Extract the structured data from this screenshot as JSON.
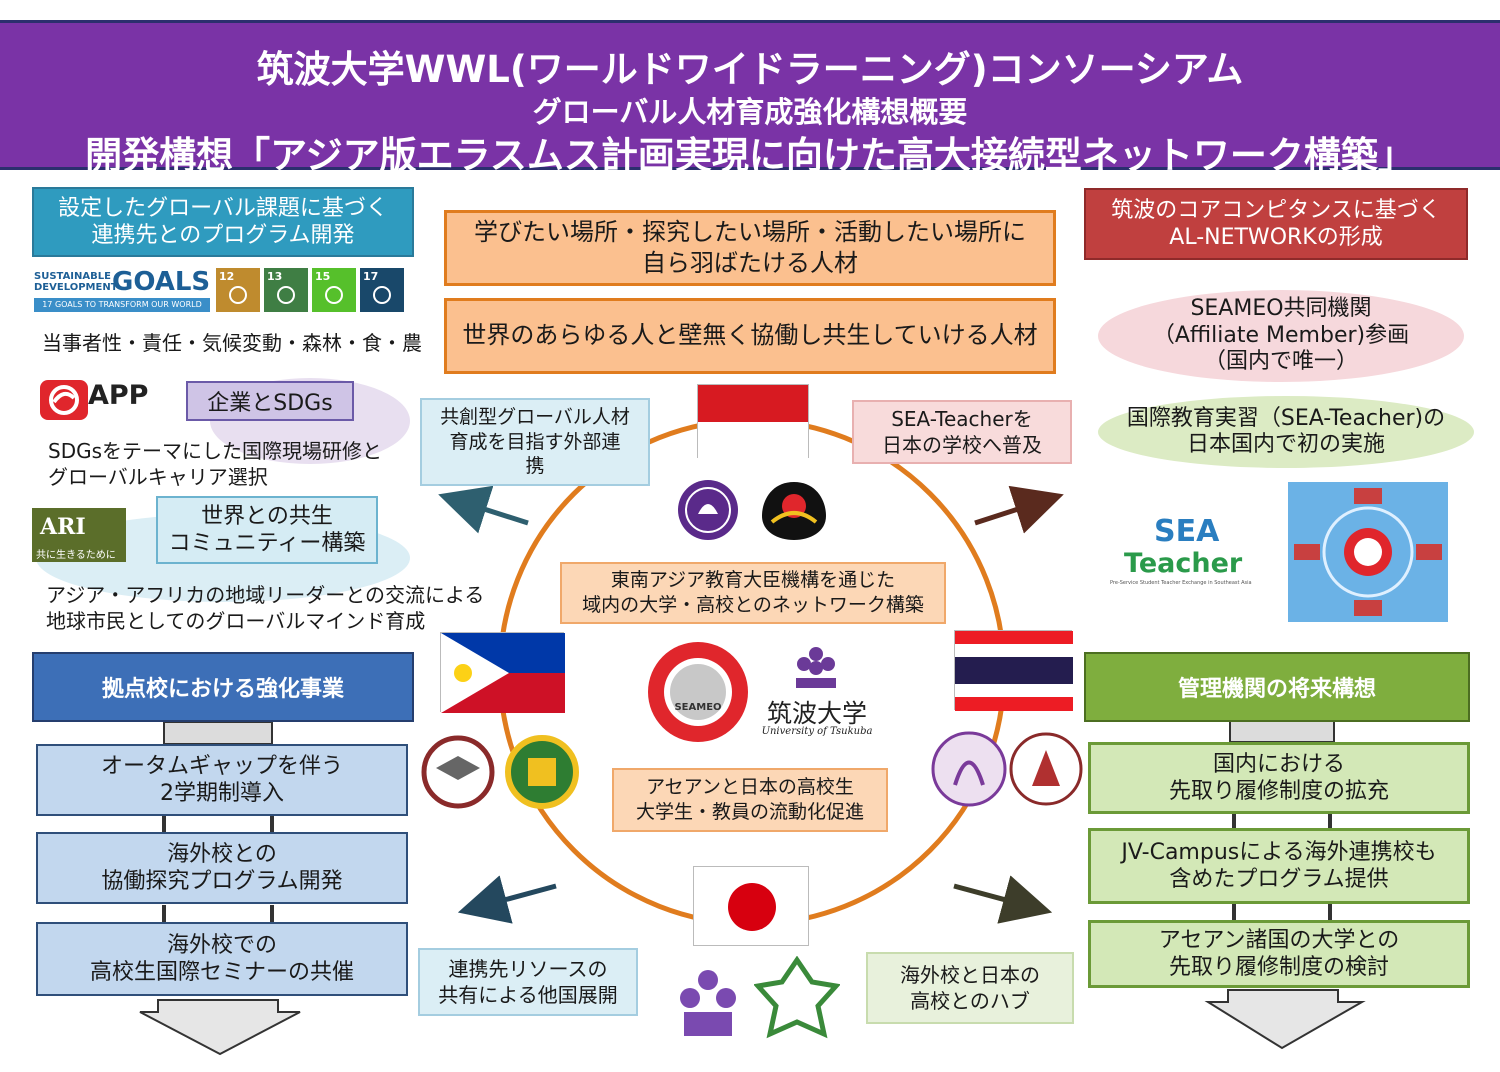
{
  "header": {
    "line1": "筑波大学WWL(ワールドワイドラーニング)コンソーシアム",
    "line2": "グローバル人材育成強化構想概要",
    "line3": "開発構想「アジア版エラスムス計画実現に向けた高大接続型ネットワーク構築」"
  },
  "left": {
    "heading": [
      "設定したグローバル課題に基づく",
      "連携先とのプログラム開発"
    ],
    "sdg_logo": {
      "top": "SUSTAINABLE",
      "top2": "DEVELOPMENT",
      "goals": "GOALS",
      "sub": "17 GOALS TO TRANSFORM OUR WORLD"
    },
    "sdg_icons": [
      {
        "num": "12",
        "color": "#bf8b2e"
      },
      {
        "num": "13",
        "color": "#3f7e44"
      },
      {
        "num": "15",
        "color": "#56c02b"
      },
      {
        "num": "17",
        "color": "#19486a"
      }
    ],
    "topics": "当事者性・責任・気候変動・森林・食・農",
    "app_logo": "APP",
    "pill1": "企業とSDGs",
    "desc1": [
      "SDGsをテーマにした国際現場研修と",
      "グローバルキャリア選択"
    ],
    "ari_logo": "ARI",
    "ari_sub": "共に生きるために",
    "pill2": [
      "世界との共生",
      "コミュニティー構築"
    ],
    "desc2": [
      "アジア・アフリカの地域リーダーとの交流による",
      "地球市民としてのグローバルマインド育成"
    ]
  },
  "center": {
    "goal1": [
      "学びたい場所・探究したい場所・活動したい場所に",
      "自ら羽ばたける人材"
    ],
    "goal2": "世界のあらゆる人と壁無く協働し共生していける人材",
    "note_tl": [
      "共創型グローバル人材",
      "育成を目指す外部連",
      "携"
    ],
    "note_tr": [
      "SEA-Teacherを",
      "日本の学校へ普及"
    ],
    "note_bl": [
      "連携先リソースの",
      "共有による他国展開"
    ],
    "note_br": [
      "海外校と日本の",
      "高校とのハブ"
    ],
    "ring_top": [
      "東南アジア教育大臣機構を通じた",
      "域内の大学・高校とのネットワーク構築"
    ],
    "ring_bottom": [
      "アセアンと日本の高校生",
      "大学生・教員の流動化促進"
    ],
    "seameo": "SEAMEO",
    "tsukuba_jp": "筑波大学",
    "tsukuba_en": "University of Tsukuba"
  },
  "right": {
    "heading": [
      "筑波のコアコンピタンスに基づく",
      "AL-NETWORKの形成"
    ],
    "ellipse1": [
      "SEAMEO共同機関",
      "（Affiliate Member)参画",
      "（国内で唯一）"
    ],
    "ellipse2": [
      "国際教育実習（SEA-Teacher)の",
      "日本国内で初の実施"
    ],
    "sea_logo_top": "SEA",
    "sea_logo_bottom": "Teacher",
    "sea_logo_sub": "Pre-Service Student Teacher Exchange in Southeast Asia"
  },
  "bottom_left": {
    "heading": "拠点校における強化事業",
    "steps": [
      [
        "オータムギャップを伴う",
        "2学期制導入"
      ],
      [
        "海外校との",
        "協働探究プログラム開発"
      ],
      [
        "海外校での",
        "高校生国際セミナーの共催"
      ]
    ]
  },
  "bottom_right": {
    "heading": "管理機関の将来構想",
    "steps": [
      [
        "国内における",
        "先取り履修制度の拡充"
      ],
      [
        "JV-Campusによる海外連携校も",
        "含めたプログラム提供"
      ],
      [
        "アセアン諸国の大学との",
        "先取り履修制度の検討"
      ]
    ]
  },
  "colors": {
    "header": "#7a33a6",
    "ring": "#e07c1e",
    "blue_head": "#2f9bbf",
    "red_head": "#c0403f",
    "navy_head": "#3d6fb7",
    "green_head": "#7fae3e"
  }
}
